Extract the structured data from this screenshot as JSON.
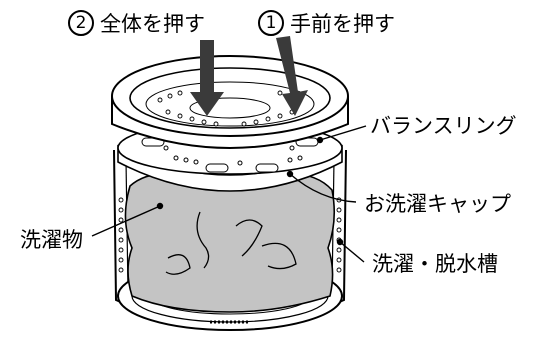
{
  "steps": [
    {
      "num": "2",
      "text": "全体を押す"
    },
    {
      "num": "1",
      "text": "手前を押す"
    }
  ],
  "labels": {
    "balance_ring": "バランスリング",
    "wash_cap": "お洗濯キャップ",
    "laundry": "洗濯物",
    "tub": "洗濯・脱水槽"
  },
  "colors": {
    "laundry_fill": "#c4c4c4",
    "arrow": "#3a3a3a",
    "line": "#000000"
  }
}
